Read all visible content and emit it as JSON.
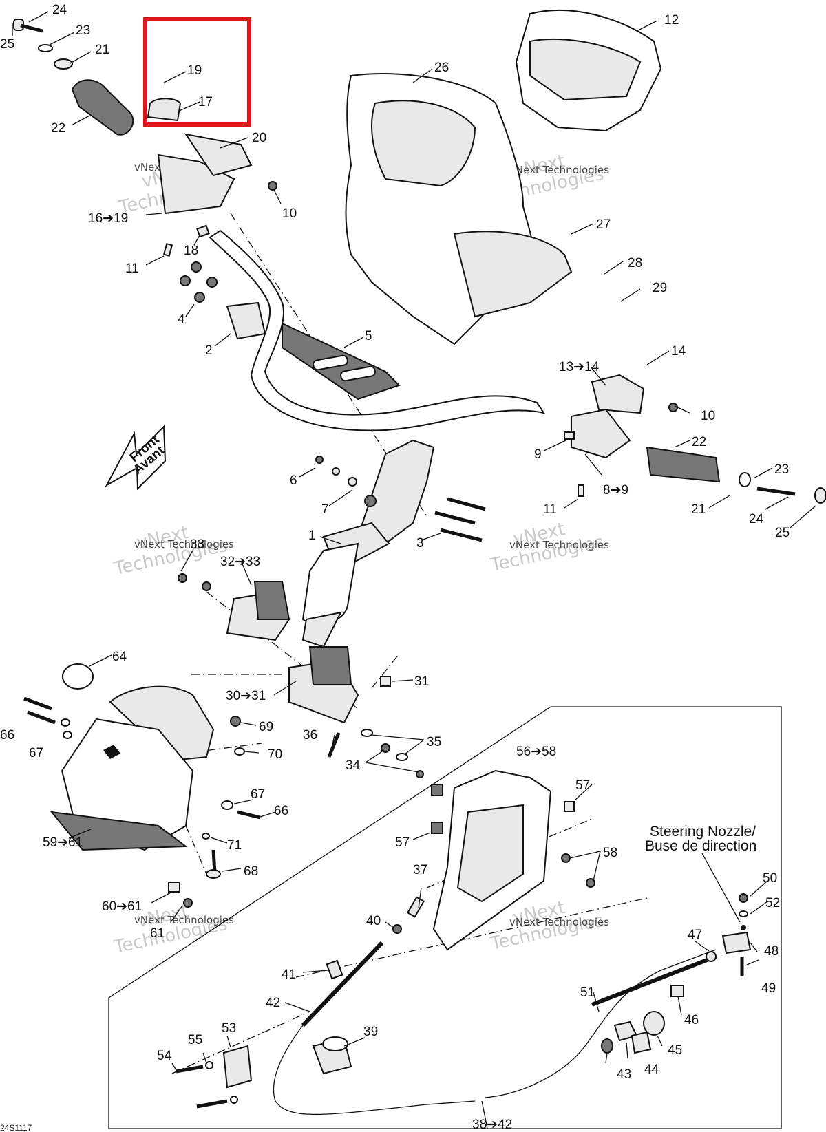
{
  "diagram_code": "24S1117",
  "front_arrow": {
    "line1": "Front",
    "line2": "Avant"
  },
  "steering_nozzle_note": {
    "line1": "Steering Nozzle/",
    "line2": "Buse de direction"
  },
  "watermark": {
    "brand": "vNext Technologies",
    "line1": "vNext",
    "line2": "Technologies"
  },
  "highlight": {
    "color": "#e0141b",
    "contains": [
      "19",
      "17"
    ]
  },
  "labels": {
    "p1": "1",
    "p2": "2",
    "p3": "3",
    "p4": "4",
    "p5": "5",
    "p6": "6",
    "p7": "7",
    "p8_9": "8➔9",
    "p9": "9",
    "p10a": "10",
    "p10b": "10",
    "p11a": "11",
    "p11b": "11",
    "p12": "12",
    "p13_14": "13➔14",
    "p14": "14",
    "p16_19": "16➔19",
    "p17": "17",
    "p18": "18",
    "p19": "19",
    "p20": "20",
    "p21a": "21",
    "p21b": "21",
    "p22a": "22",
    "p22b": "22",
    "p23a": "23",
    "p23b": "23",
    "p24a": "24",
    "p24b": "24",
    "p25a": "25",
    "p25b": "25",
    "p26": "26",
    "p27": "27",
    "p28": "28",
    "p29": "29",
    "p30_31": "30➔31",
    "p31": "31",
    "p32_33": "32➔33",
    "p33": "33",
    "p34": "34",
    "p35": "35",
    "p36": "36",
    "p37": "37",
    "p38_42": "38➔42",
    "p39": "39",
    "p40": "40",
    "p41": "41",
    "p42": "42",
    "p43": "43",
    "p44": "44",
    "p45": "45",
    "p46": "46",
    "p47": "47",
    "p48": "48",
    "p49": "49",
    "p50": "50",
    "p51": "51",
    "p52": "52",
    "p53": "53",
    "p54": "54",
    "p55": "55",
    "p56_58": "56➔58",
    "p57a": "57",
    "p57b": "57",
    "p58": "58",
    "p59_61": "59➔61",
    "p60_61": "60➔61",
    "p61": "61",
    "p64": "64",
    "p66a": "66",
    "p66b": "66",
    "p67a": "67",
    "p67b": "67",
    "p68": "68",
    "p69": "69",
    "p70": "70",
    "p71": "71"
  }
}
